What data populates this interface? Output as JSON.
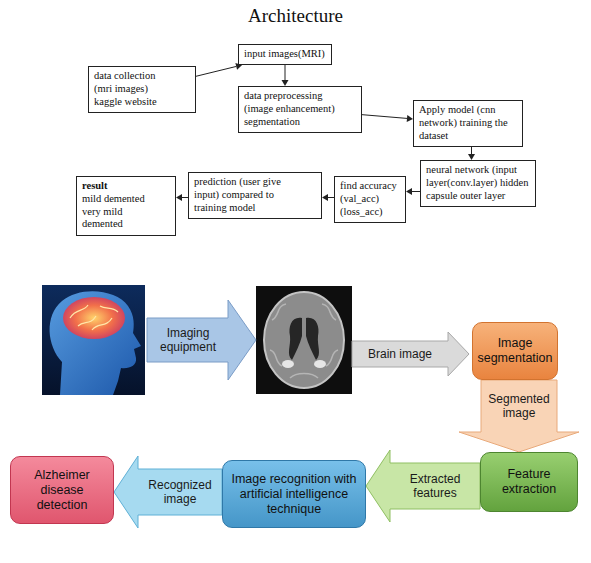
{
  "diagram": {
    "title": "Architecture",
    "nodes": [
      {
        "text": [
          "data collection (mri images) kaggle website"
        ]
      },
      {
        "text": [
          "input images(MRI)"
        ]
      },
      {
        "text": [
          "data preprocessing (image enhancement) segmentation"
        ]
      },
      {
        "text": [
          "Apply model (cnn network) training the dataset"
        ]
      },
      {
        "text": [
          "neural network (input layer(conv.layer) hidden capsule outer layer"
        ]
      },
      {
        "text": [
          "find accuracy (val_acc) (loss_acc)"
        ]
      },
      {
        "text": [
          "prediction (user give input) compared to training model"
        ]
      },
      {
        "text": [
          "result",
          "mild demented very mild demented"
        ]
      },
      {
        "text": [
          "Image segmentation"
        ]
      },
      {
        "text": [
          "Feature extraction"
        ]
      },
      {
        "text": [
          "Image recognition with artificial intelligence technique"
        ]
      },
      {
        "text": [
          "Alzheimer disease detection"
        ]
      }
    ],
    "edges": [
      {
        "from": 0,
        "to": 1,
        "arrow": "to"
      },
      {
        "from": 1,
        "to": 2,
        "arrow": "to"
      },
      {
        "from": 2,
        "to": 3,
        "arrow": "to"
      },
      {
        "from": 3,
        "to": 4,
        "arrow": "to"
      },
      {
        "from": 4,
        "to": 5,
        "arrow": "to"
      },
      {
        "from": 5,
        "to": 6,
        "arrow": "to"
      },
      {
        "from": 6,
        "to": 7,
        "arrow": "to"
      },
      {
        "from": 8,
        "to": 9,
        "label": "Segmented image",
        "arrow": "to"
      },
      {
        "from": 9,
        "to": 10,
        "label": "Extracted features",
        "arrow": "to"
      },
      {
        "from": 10,
        "to": 11,
        "label": "Recognized image",
        "arrow": "to"
      }
    ],
    "labels": [
      "Imaging equipment",
      "Brain image"
    ]
  }
}
